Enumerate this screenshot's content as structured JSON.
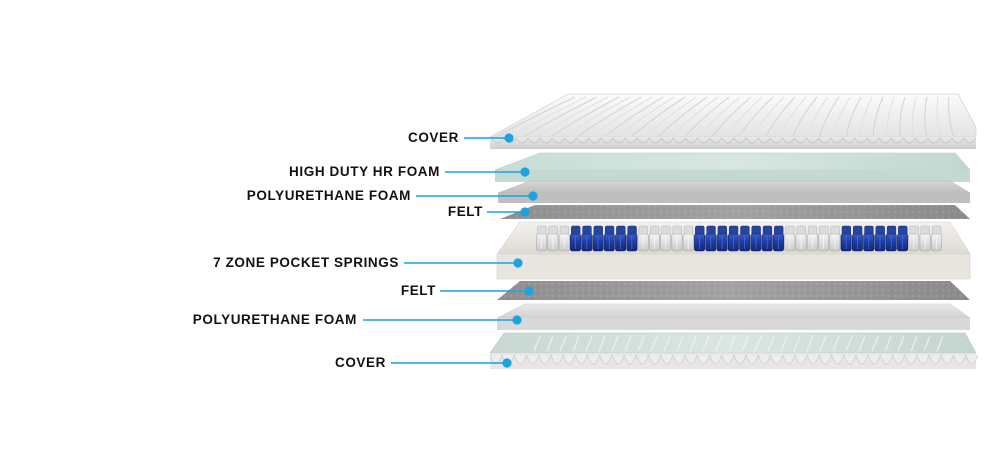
{
  "colors": {
    "accent": "#1aa3e0",
    "label_text": "#111111"
  },
  "layers": [
    {
      "id": "cover-top",
      "label": "COVER",
      "icon": "cover-quilted-top"
    },
    {
      "id": "hr-foam",
      "label": "HIGH DUTY HR FOAM",
      "icon": "foam-sheet"
    },
    {
      "id": "pu-foam-top",
      "label": "POLYURETHANE FOAM",
      "icon": "foam-sheet"
    },
    {
      "id": "felt-top",
      "label": "FELT",
      "icon": "felt-sheet"
    },
    {
      "id": "springs",
      "label": "7 ZONE POCKET SPRINGS",
      "icon": "pocket-spring-unit"
    },
    {
      "id": "felt-bottom",
      "label": "FELT",
      "icon": "felt-sheet"
    },
    {
      "id": "pu-foam-bottom",
      "label": "POLYURETHANE FOAM",
      "icon": "foam-sheet"
    },
    {
      "id": "cover-bottom",
      "label": "COVER",
      "icon": "cover-quilted-bottom"
    }
  ]
}
